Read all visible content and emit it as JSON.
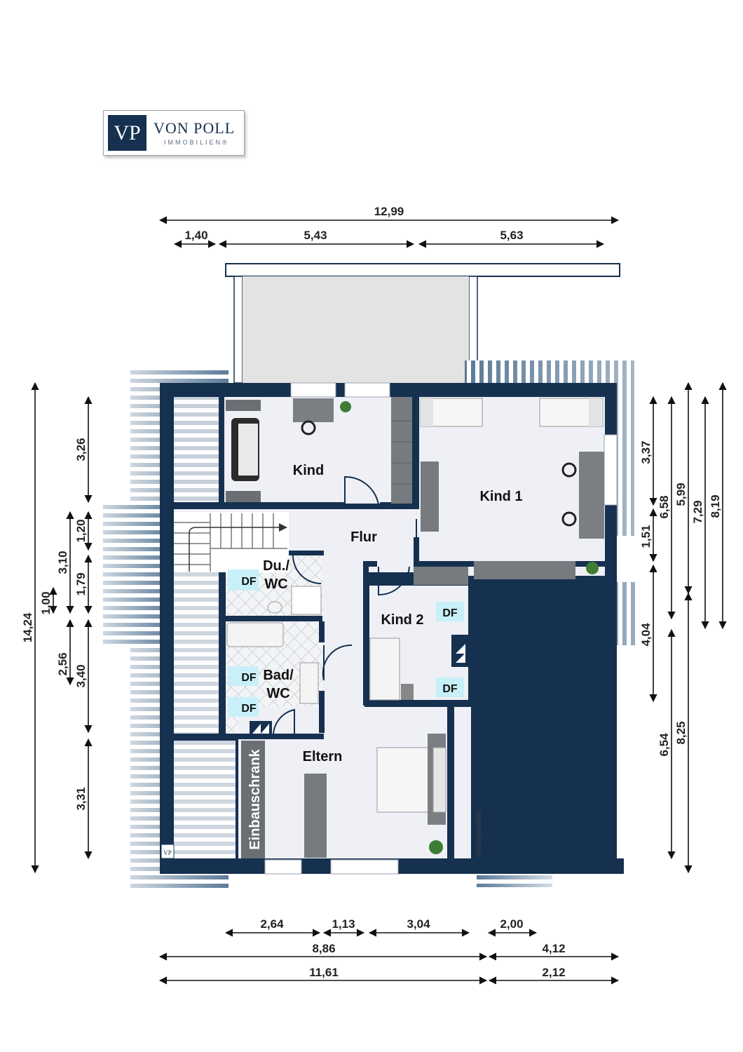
{
  "logo": {
    "monogram": "VP",
    "name": "VON POLL",
    "sub": "IMMOBILIEN®"
  },
  "dims": {
    "top": [
      "12,99",
      "1,40",
      "5,43",
      "5,63"
    ],
    "left": [
      "14,24",
      "3,26",
      "1,20",
      "3,10",
      "1,79",
      "1,00",
      "2,56",
      "3,40",
      "3,31"
    ],
    "right": [
      "3,37",
      "6,58",
      "5,99",
      "7,29",
      "8,19",
      "1,51",
      "4,04",
      "6,54",
      "8,25"
    ],
    "bottom": [
      "2,64",
      "1,13",
      "3,04",
      "2,00",
      "8,86",
      "4,12",
      "11,61",
      "2,12"
    ]
  },
  "rooms": {
    "kind": "Kind",
    "kind1": "Kind 1",
    "flur": "Flur",
    "du_line1": "Du./",
    "du_line2": "WC",
    "kind2": "Kind 2",
    "bad_line1": "Bad/",
    "bad_line2": "WC",
    "eltern": "Eltern",
    "einbauschrank": "Einbauschrank",
    "df": "DF"
  },
  "watermark": {
    "logo_name": "VON POLL",
    "logo_sub": "IMMOBILIEN",
    "logo_mono": "VP",
    "immogrundriss": "Immogrundriss"
  },
  "colors": {
    "wall": "#16304f",
    "floor": "#eef0f5",
    "balcony": "#e3e3e3",
    "df_box": "#c8f0f8"
  }
}
